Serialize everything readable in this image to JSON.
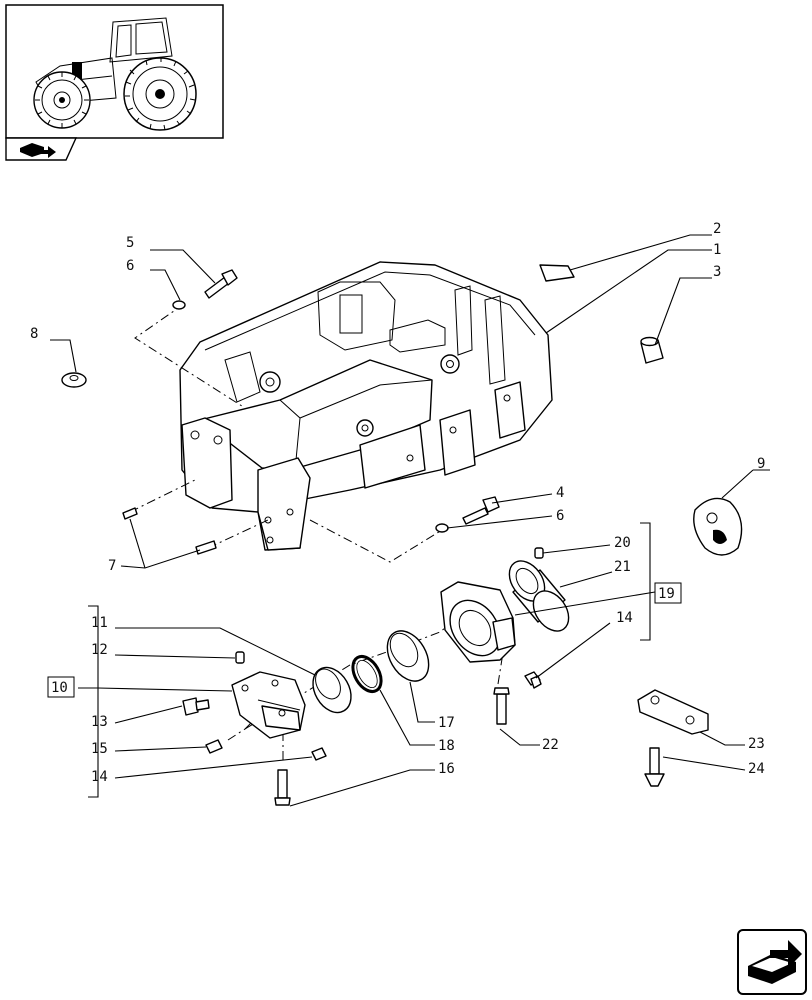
{
  "callouts": {
    "c1": "1",
    "c2": "2",
    "c3": "3",
    "c4": "4",
    "c5": "5",
    "c6a": "6",
    "c6b": "6",
    "c7": "7",
    "c8": "8",
    "c9": "9",
    "c10": "10",
    "c11": "11",
    "c12": "12",
    "c13": "13",
    "c14a": "14",
    "c14b": "14",
    "c15": "15",
    "c16": "16",
    "c17": "17",
    "c18": "18",
    "c19": "19",
    "c20": "20",
    "c21": "21",
    "c22": "22",
    "c23": "23",
    "c24": "24"
  },
  "icons": {
    "thumbnail": "tractor-thumbnail",
    "section_marker": "book-arrow-icon",
    "next_page": "next-page-arrow-icon"
  }
}
